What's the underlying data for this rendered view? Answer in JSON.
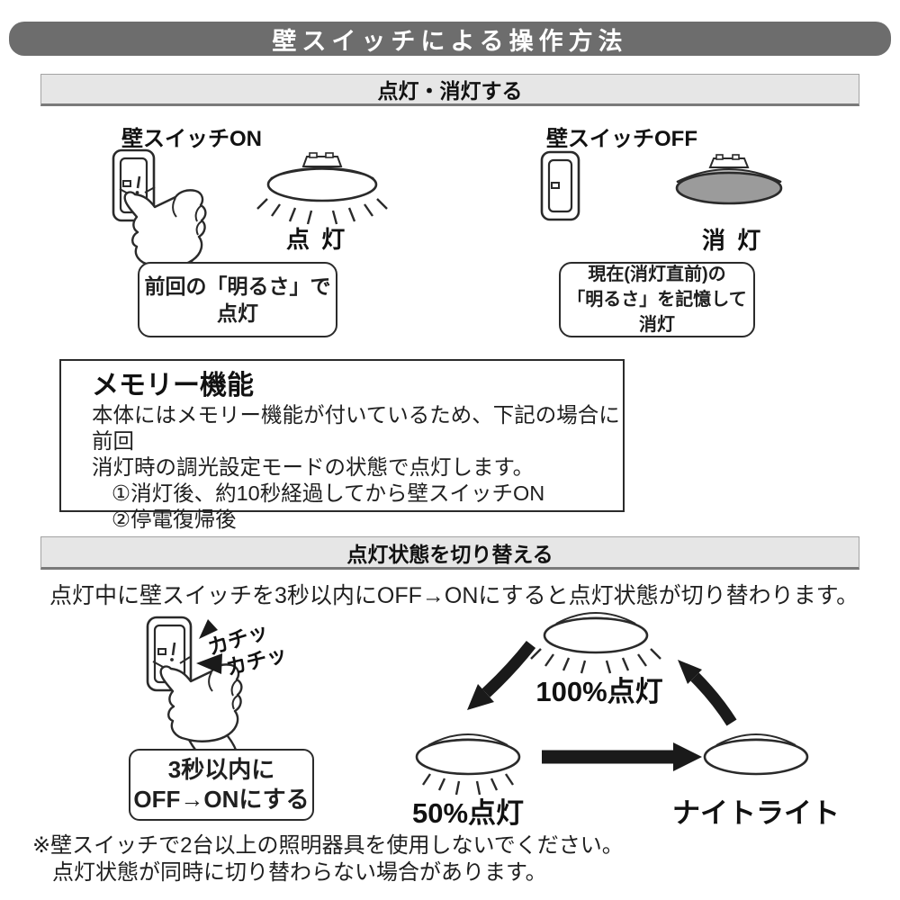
{
  "title_bar": {
    "label": "壁スイッチによる操作方法"
  },
  "section_basic": {
    "header": "点灯・消灯する",
    "switch_on_label": "壁スイッチON",
    "switch_off_label": "壁スイッチOFF",
    "lamp_on_label": "点 灯",
    "lamp_off_label": "消 灯",
    "on_note_line1": "前回の「明るさ」で",
    "on_note_line2": "点灯",
    "off_note_line1": "現在(消灯直前)の",
    "off_note_line2": "「明るさ」を記憶して消灯"
  },
  "memory_box": {
    "title": "メモリー機能",
    "body_line1": "本体にはメモリー機能が付いているため、下記の場合に前回",
    "body_line2": "消灯時の調光設定モードの状態で点灯します。",
    "item1": "①消灯後、約10秒経過してから壁スイッチON",
    "item2": "②停電復帰後"
  },
  "section_toggle": {
    "header": "点灯状態を切り替える",
    "description": "点灯中に壁スイッチを3秒以内にOFF→ONにすると点灯状態が切り替わります。",
    "click_sound1": "カチッ",
    "click_sound2": "カチッ",
    "action_note_line1": "3秒以内に",
    "action_note_line2": "OFF→ONにする",
    "state_full": "100%点灯",
    "state_half": "50%点灯",
    "state_night": "ナイトライト"
  },
  "footnote": {
    "line1": "※壁スイッチで2台以上の照明器具を使用しないでください。",
    "line2": "点灯状態が同時に切り替わらない場合があります。"
  },
  "colors": {
    "title_bar_bg": "#6d6d6d",
    "section_header_bg": "#e6e6e6",
    "lamp_off_fill": "#9b9b9b",
    "ink": "#1f1f1f"
  }
}
